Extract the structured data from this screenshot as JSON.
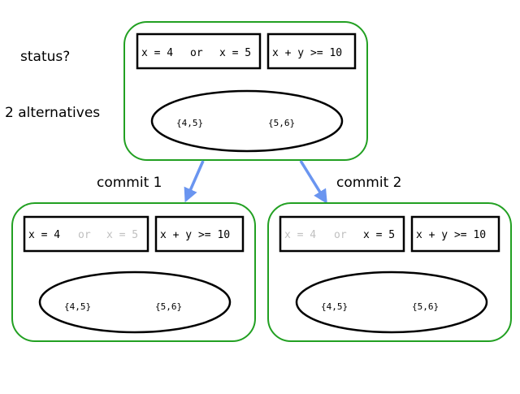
{
  "labels": {
    "status": "status?",
    "alternatives": "2 alternatives",
    "commit1": "commit 1",
    "commit2": "commit 2"
  },
  "top": {
    "constraint1": {
      "left": "x = 4",
      "op": "or",
      "right": "x = 5"
    },
    "constraint2": "x + y >= 10",
    "solutions": [
      "{4,5}",
      "{5,6}"
    ]
  },
  "branch1": {
    "constraint1": {
      "left": "x = 4",
      "op": "or",
      "right": "x = 5"
    },
    "constraint2": "x + y >= 10",
    "solutions": [
      "{4,5}",
      "{5,6}"
    ]
  },
  "branch2": {
    "constraint1": {
      "left": "x = 4",
      "op": "or",
      "right": "x = 5"
    },
    "constraint2": "x + y >= 10",
    "solutions": [
      "{4,5}",
      "{5,6}"
    ]
  },
  "colors": {
    "space_border": "#22a022",
    "arrow": "#6a95f0",
    "disabled_text": "#c0c0c0",
    "text": "#000000"
  }
}
